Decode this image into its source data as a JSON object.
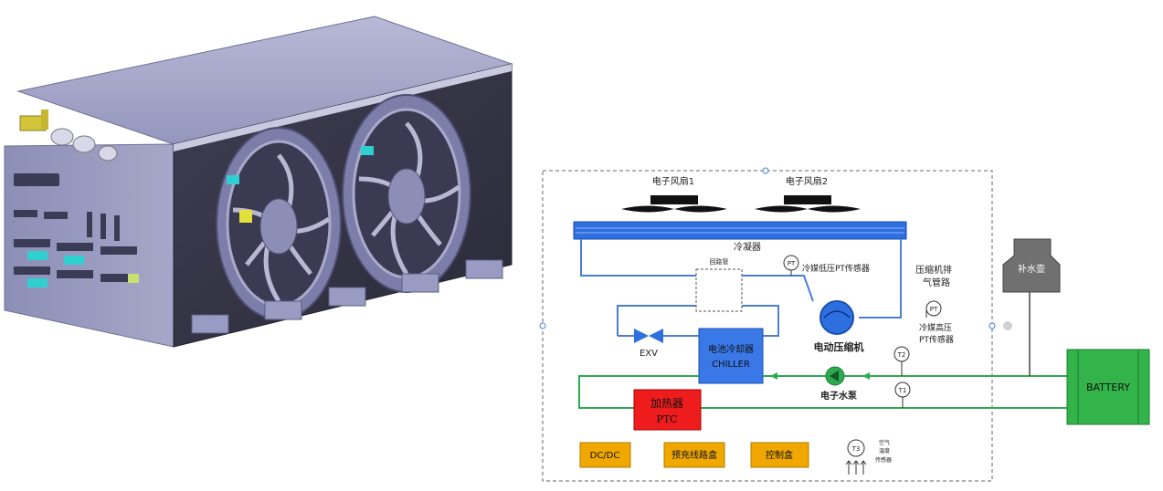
{
  "diagram": {
    "fan1_label": "电子风扇1",
    "fan2_label": "电子风扇2",
    "condenser_label": "冷凝器",
    "bypass_label": "回路管",
    "low_sensor_label": "冷媒低压PT传感器",
    "pt_symbol": "PT",
    "exhaust_label_line1": "压缩机排",
    "exhaust_label_line2": "气管路",
    "compressor_label": "电动压缩机",
    "high_sensor_line1": "冷媒高压",
    "high_sensor_line2": "PT传感器",
    "exv_label": "EXV",
    "chiller_line1": "电池冷却器",
    "chiller_line2": "CHILLER",
    "pump_label": "电子水泵",
    "heater_line1": "加热器",
    "heater_line2": "PTC",
    "t1": "T1",
    "t2": "T2",
    "t3": "T3",
    "tank_label": "补水壶",
    "battery_label": "BATTERY",
    "dcdc_label": "DC/DC",
    "precharge_label": "预充线路盒",
    "control_label": "控制盒",
    "air_sensor_line1": "空气",
    "air_sensor_line2": "温度",
    "air_sensor_line3": "传感器"
  },
  "colors": {
    "refrigerant": "#4a7fd6",
    "coolant": "#2eaa4e",
    "condenser": "#2e6fe0",
    "chiller": "#3a78e8",
    "heater": "#ee1c1c",
    "battery": "#33b44a",
    "orange_box": "#f0a800",
    "tank": "#707070",
    "unit_body": "#8e8fb8"
  }
}
